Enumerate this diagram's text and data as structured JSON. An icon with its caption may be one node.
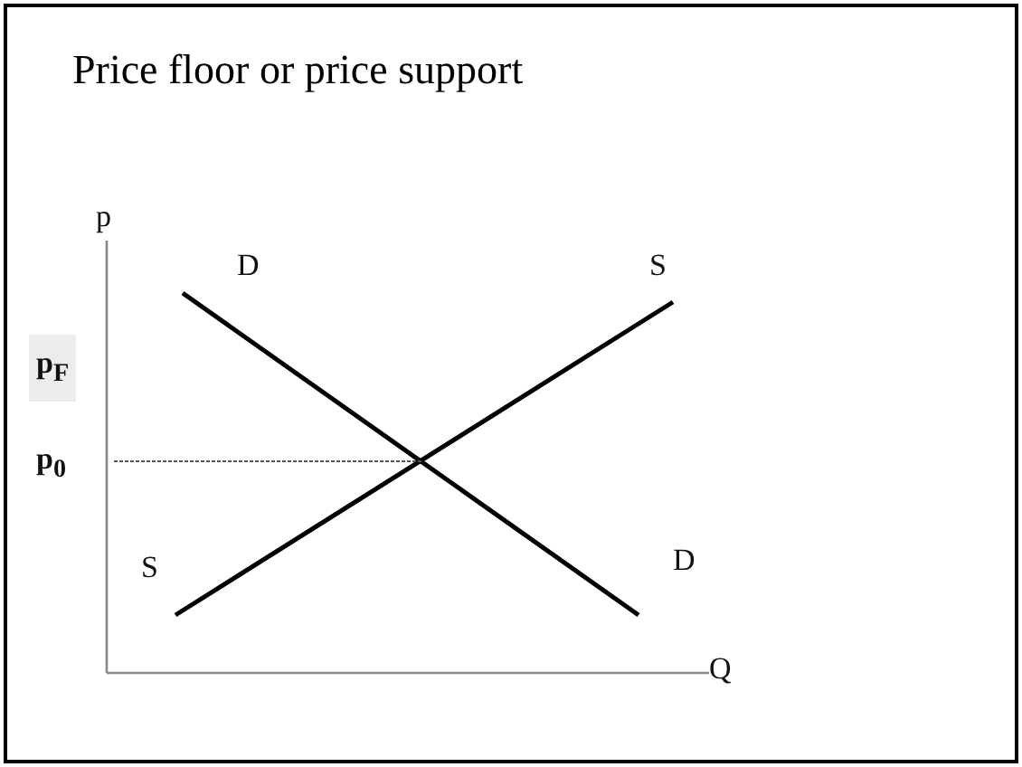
{
  "diagram": {
    "title": "Price floor or price support",
    "labels": [
      "p",
      "D",
      "S",
      "p$_{F}$",
      "p$_{0}$",
      "S",
      "D",
      "Q"
    ]
  }
}
